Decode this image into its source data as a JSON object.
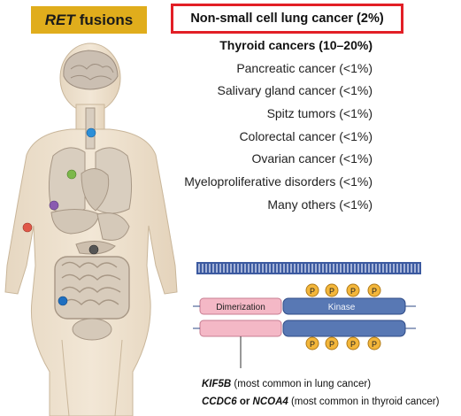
{
  "badge": {
    "gene": "RET",
    "word": "fusions"
  },
  "highlight": {
    "text": "Non-small cell lung cancer (2%)",
    "color": "#e21f26"
  },
  "cancers": [
    {
      "label": "Thyroid cancers (10–20%)",
      "bold": true
    },
    {
      "label": "Pancreatic cancer (<1%)",
      "bold": false
    },
    {
      "label": "Salivary gland cancer (<1%)",
      "bold": false
    },
    {
      "label": "Spitz tumors (<1%)",
      "bold": false
    },
    {
      "label": "Colorectal cancer (<1%)",
      "bold": false
    },
    {
      "label": "Ovarian cancer (<1%)",
      "bold": false
    },
    {
      "label": "Myeloproliferative disorders (<1%)",
      "bold": false
    },
    {
      "label": "Many others (<1%)",
      "bold": false
    }
  ],
  "protein": {
    "domain_dimer": "Dimerization",
    "domain_kinase": "Kinase",
    "phospho": "P",
    "colors": {
      "dimer": "#f4b8c6",
      "kinase": "#5878b4",
      "phospho": "#f3b63a",
      "membrane": "#3c5aa0"
    }
  },
  "legend": {
    "line1_genes": "KIF5B",
    "line1_rest": " (most common in lung cancer)",
    "line2_gene_a": "CCDC6",
    "line2_or": " or ",
    "line2_gene_b": "NCOA4",
    "line2_rest": " (most common in thyroid cancer)"
  },
  "markers": {
    "thyroid": "#2b8fd8",
    "lung": "#7cb84a",
    "liver": "#8a5ab0",
    "skin": "#e05848",
    "pancreas": "#555555",
    "colon": "#1e6fc0"
  }
}
